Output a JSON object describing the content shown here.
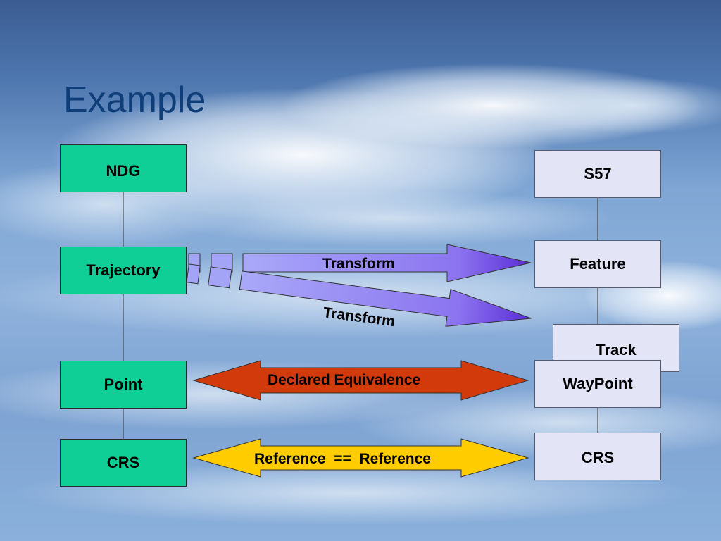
{
  "slide": {
    "title": "Example"
  },
  "left_column": {
    "ndg": "NDG",
    "trajectory": "Trajectory",
    "point": "Point",
    "crs": "CRS"
  },
  "right_column": {
    "s57": "S57",
    "feature": "Feature",
    "track": "Track",
    "waypoint": "WayPoint",
    "crs": "CRS"
  },
  "relations": {
    "transform_top": "Transform",
    "transform_bottom": "Transform",
    "declared_equivalence": "Declared Equivalence",
    "reference": "Reference  ==  Reference"
  },
  "colors": {
    "left_box": "#0fcf97",
    "right_box": "#e4e4f7",
    "transform_arrow": "#8a7cf0",
    "equivalence_arrow": "#d23a0c",
    "reference_arrow": "#ffcc00"
  }
}
